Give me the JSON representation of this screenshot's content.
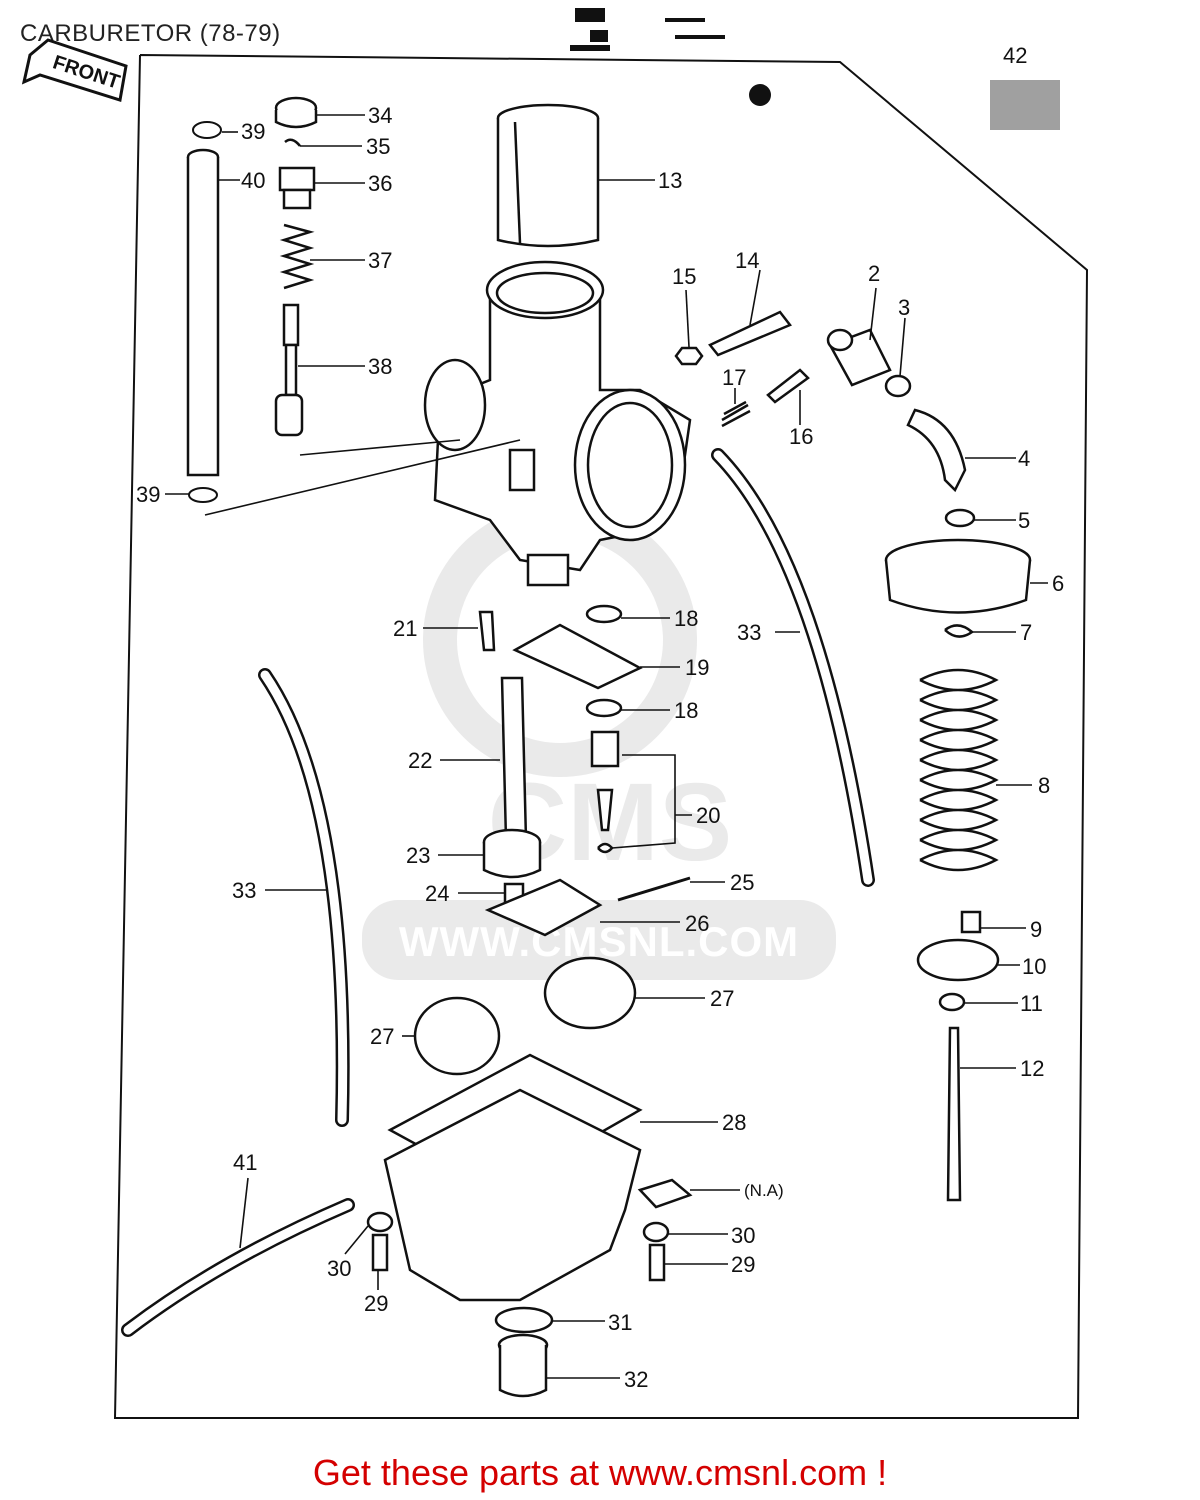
{
  "header": {
    "title": "CARBURETOR (78-79)"
  },
  "badge": {
    "front_label": "FRONT"
  },
  "watermark": {
    "text": "WWW.CMSNL.COM",
    "logo_text": "CMS"
  },
  "footer": {
    "text": "Get these parts at www.cmsnl.com !"
  },
  "colors": {
    "footer_red": "#d40000",
    "watermark_gray": "#d9d9d9",
    "line": "#111111"
  },
  "diagram": {
    "callouts": [
      {
        "id": "c1",
        "label": "34"
      },
      {
        "id": "c2",
        "label": "39"
      },
      {
        "id": "c3",
        "label": "35"
      },
      {
        "id": "c4",
        "label": "40"
      },
      {
        "id": "c5",
        "label": "36"
      },
      {
        "id": "c6",
        "label": "37"
      },
      {
        "id": "c7",
        "label": "38"
      },
      {
        "id": "c8",
        "label": "39"
      },
      {
        "id": "c9",
        "label": "13"
      },
      {
        "id": "c10",
        "label": "42"
      },
      {
        "id": "c11",
        "label": "14"
      },
      {
        "id": "c12",
        "label": "15"
      },
      {
        "id": "c13",
        "label": "2"
      },
      {
        "id": "c14",
        "label": "3"
      },
      {
        "id": "c15",
        "label": "17"
      },
      {
        "id": "c16",
        "label": "16"
      },
      {
        "id": "c17",
        "label": "4"
      },
      {
        "id": "c18",
        "label": "5"
      },
      {
        "id": "c19",
        "label": "6"
      },
      {
        "id": "c20",
        "label": "7"
      },
      {
        "id": "c21",
        "label": "8"
      },
      {
        "id": "c22",
        "label": "21"
      },
      {
        "id": "c23",
        "label": "18"
      },
      {
        "id": "c24",
        "label": "19"
      },
      {
        "id": "c25",
        "label": "18"
      },
      {
        "id": "c26",
        "label": "33"
      },
      {
        "id": "c27",
        "label": "22"
      },
      {
        "id": "c28",
        "label": "20"
      },
      {
        "id": "c29",
        "label": "23"
      },
      {
        "id": "c30",
        "label": "24"
      },
      {
        "id": "c31",
        "label": "25"
      },
      {
        "id": "c32",
        "label": "26"
      },
      {
        "id": "c33",
        "label": "33"
      },
      {
        "id": "c34",
        "label": "9"
      },
      {
        "id": "c35",
        "label": "10"
      },
      {
        "id": "c36",
        "label": "27"
      },
      {
        "id": "c37",
        "label": "11"
      },
      {
        "id": "c38",
        "label": "27"
      },
      {
        "id": "c39",
        "label": "12"
      },
      {
        "id": "c40",
        "label": "28"
      },
      {
        "id": "c41",
        "label": "41"
      },
      {
        "id": "c42",
        "label": "(N.A)"
      },
      {
        "id": "c43",
        "label": "30"
      },
      {
        "id": "c44",
        "label": "30"
      },
      {
        "id": "c45",
        "label": "29"
      },
      {
        "id": "c46",
        "label": "29"
      },
      {
        "id": "c47",
        "label": "31"
      },
      {
        "id": "c48",
        "label": "32"
      }
    ]
  }
}
